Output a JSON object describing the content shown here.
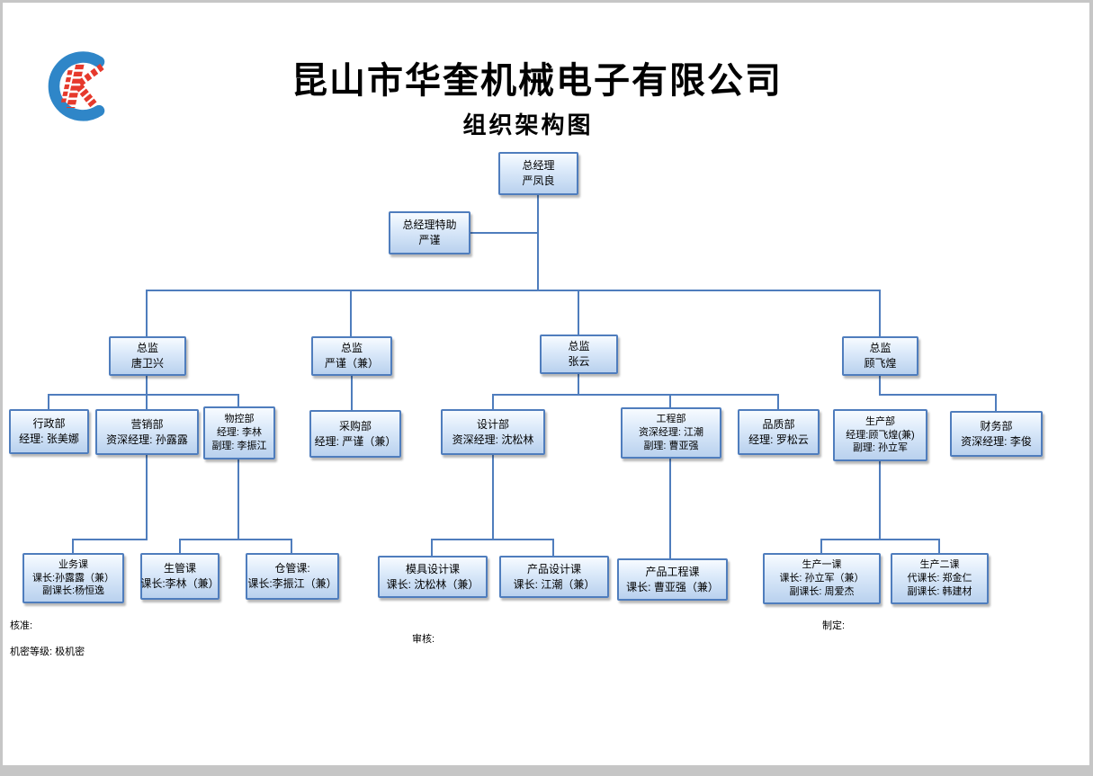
{
  "header": {
    "company": "昆山市华奎机械电子有限公司",
    "title": "组织架构图",
    "logo_icon": "company-logo-blue-ring-red-pixel-K"
  },
  "footer": {
    "approve": "核准:",
    "review": "审核:",
    "draft": "制定:",
    "secrecy": "机密等级: 极机密"
  },
  "colors": {
    "box_border": "#4f7dbd",
    "box_fill_top": "#f7fbff",
    "box_fill_bottom": "#b9d1ee",
    "connector": "#4f7dbd",
    "logo_ring": "#2f86c8",
    "logo_k": "#e6392c",
    "page_frame": "#c6c6c6"
  },
  "nodes": {
    "gm": {
      "line1": "总经理",
      "line2": "严凤良"
    },
    "assistant": {
      "line1": "总经理特助",
      "line2": "严谨"
    },
    "director1": {
      "line1": "总监",
      "line2": "唐卫兴"
    },
    "director2": {
      "line1": "总监",
      "line2": "严谨（兼）"
    },
    "director3": {
      "line1": "总监",
      "line2": "张云"
    },
    "director4": {
      "line1": "总监",
      "line2": "顾飞煌"
    },
    "dept_admin": {
      "line1": "行政部",
      "line2": "经理: 张美娜"
    },
    "dept_marketing": {
      "line1": "营销部",
      "line2": "资深经理: 孙露露"
    },
    "dept_material": {
      "line1": "物控部",
      "line2": "经理: 李林",
      "line3": "副理: 李振江"
    },
    "dept_purchasing": {
      "line1": "采购部",
      "line2": "经理: 严谨（兼）"
    },
    "dept_design": {
      "line1": "设计部",
      "line2": "资深经理: 沈松林"
    },
    "dept_engineering": {
      "line1": "工程部",
      "line2": "资深经理: 江潮",
      "line3": "副理: 曹亚强"
    },
    "dept_quality": {
      "line1": "品质部",
      "line2": "经理: 罗松云"
    },
    "dept_production": {
      "line1": "生产部",
      "line2": "经理:顾飞煌(兼)",
      "line3": "副理: 孙立军"
    },
    "dept_finance": {
      "line1": "财务部",
      "line2": "资深经理: 李俊"
    },
    "sec_business": {
      "line1": "业务课",
      "line2": "课长:孙露露（兼）",
      "line3": "副课长:杨恒逸"
    },
    "sec_prodmgmt": {
      "line1": "生管课",
      "line2": "课长:李林（兼）"
    },
    "sec_warehouse": {
      "line1": "仓管课:",
      "line2": "课长:李振江（兼）"
    },
    "sec_molddesign": {
      "line1": "模具设计课",
      "line2": "课长: 沈松林（兼）"
    },
    "sec_productdesign": {
      "line1": "产品设计课",
      "line2": "课长: 江潮（兼）"
    },
    "sec_producteng": {
      "line1": "产品工程课",
      "line2": "课长: 曹亚强（兼）"
    },
    "sec_production1": {
      "line1": "生产一课",
      "line2": "课长: 孙立军（兼）",
      "line3": "副课长: 周爱杰"
    },
    "sec_production2": {
      "line1": "生产二课",
      "line2": "代课长: 郑金仁",
      "line3": "副课长: 韩建材"
    }
  }
}
